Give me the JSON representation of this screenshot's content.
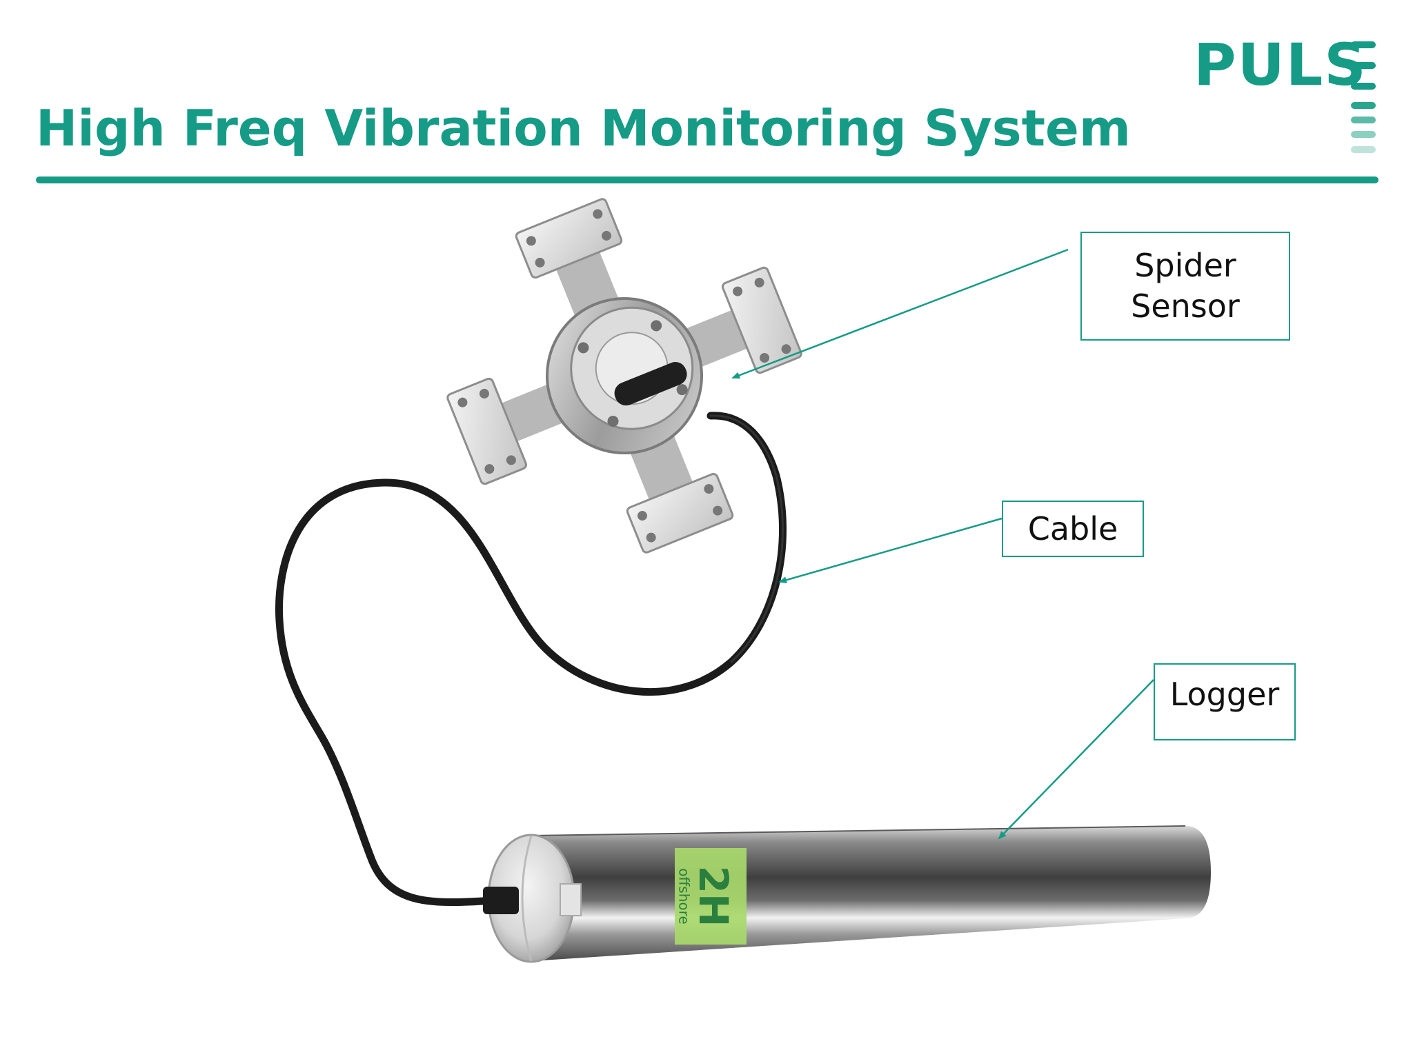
{
  "title": "High Freq Vibration Monitoring System",
  "logo": {
    "text": "PULS"
  },
  "callouts": {
    "spider": {
      "line1": "Spider",
      "line2": "Sensor"
    },
    "cable": {
      "label": "Cable"
    },
    "logger": {
      "label": "Logger"
    }
  },
  "logger_label": {
    "brand": "2H",
    "sub": "offshore"
  },
  "colors": {
    "accent": "#159b86",
    "label_green": "#a8d96a"
  }
}
